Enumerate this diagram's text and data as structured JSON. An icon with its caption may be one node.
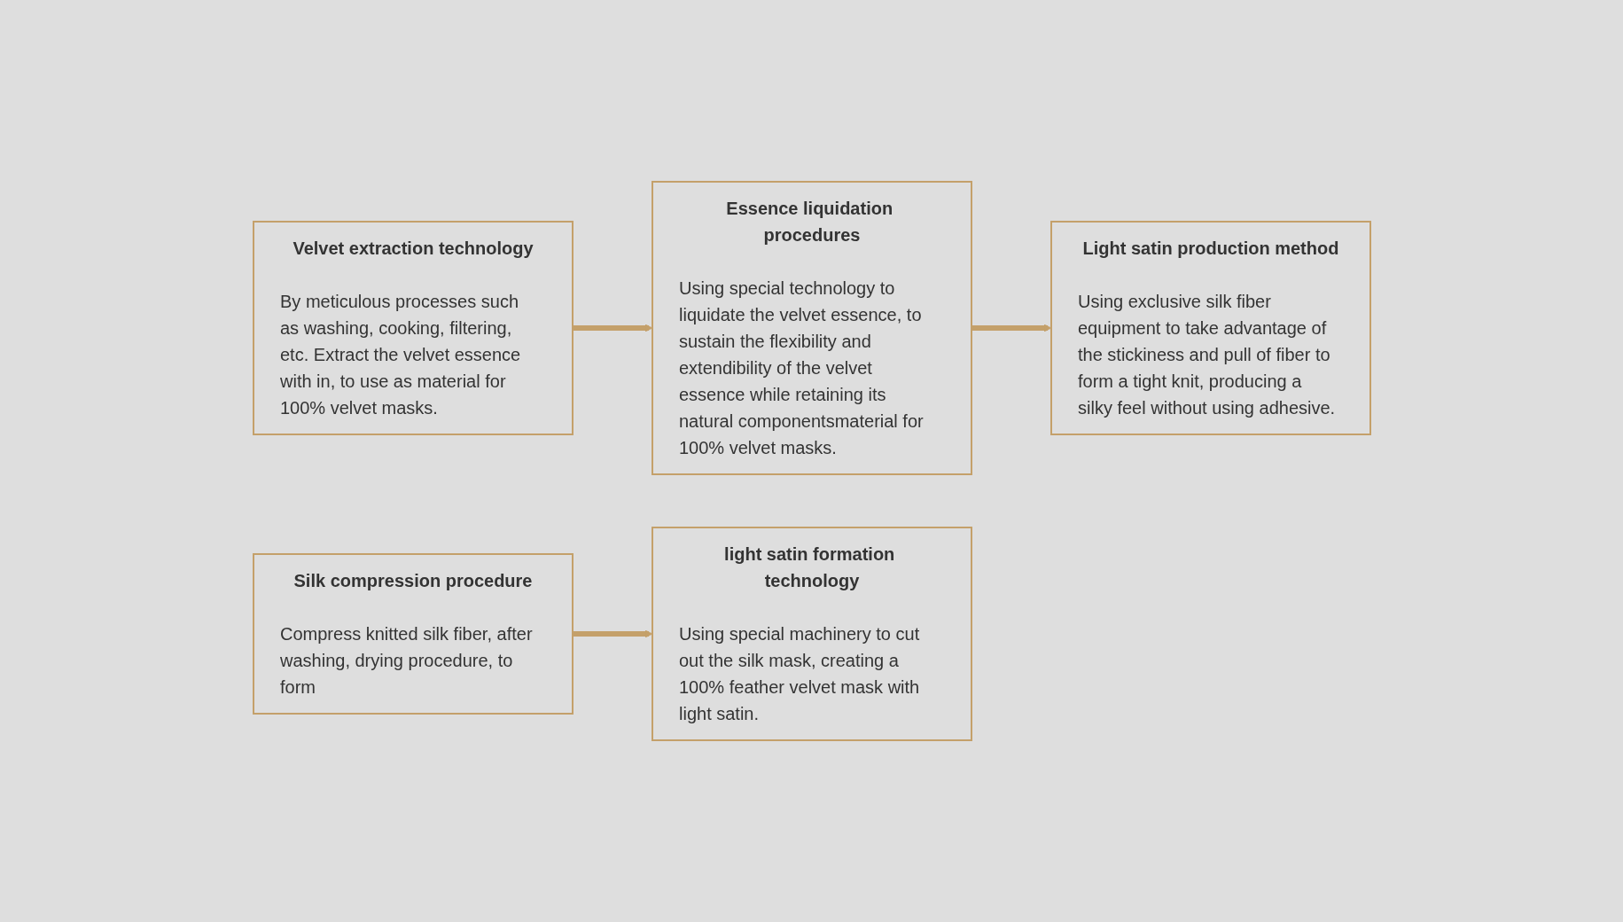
{
  "diagram": {
    "nodes": [
      {
        "text": [
          "Velvet extraction technology",
          "By meticulous processes such as washing, cooking, filtering, etc. Extract the velvet essence with in, to use as material for 100% velvet masks."
        ]
      },
      {
        "text": [
          "Essence liquidation procedures",
          "Using special technology to liquidate the velvet essence, to sustain the flexibility and extendibility of the velvet essence while retaining its natural componentsmaterial for 100% velvet masks."
        ]
      },
      {
        "text": [
          "Light satin production method",
          "Using exclusive silk fiber equipment to take advantage of the stickiness and pull of fiber to form a tight knit, producing a silky feel without using adhesive."
        ]
      },
      {
        "text": [
          "Silk compression procedure",
          "Compress knitted silk fiber, after washing, drying procedure, to form"
        ]
      },
      {
        "text": [
          "light satin formation technology",
          "Using special machinery to cut out the silk mask, creating a 100% feather velvet mask with light satin."
        ]
      }
    ],
    "edges": [
      {
        "from": 0,
        "to": 1,
        "arrow": "to"
      },
      {
        "from": 1,
        "to": 2,
        "arrow": "to"
      },
      {
        "from": 3,
        "to": 4,
        "arrow": "to"
      }
    ]
  }
}
